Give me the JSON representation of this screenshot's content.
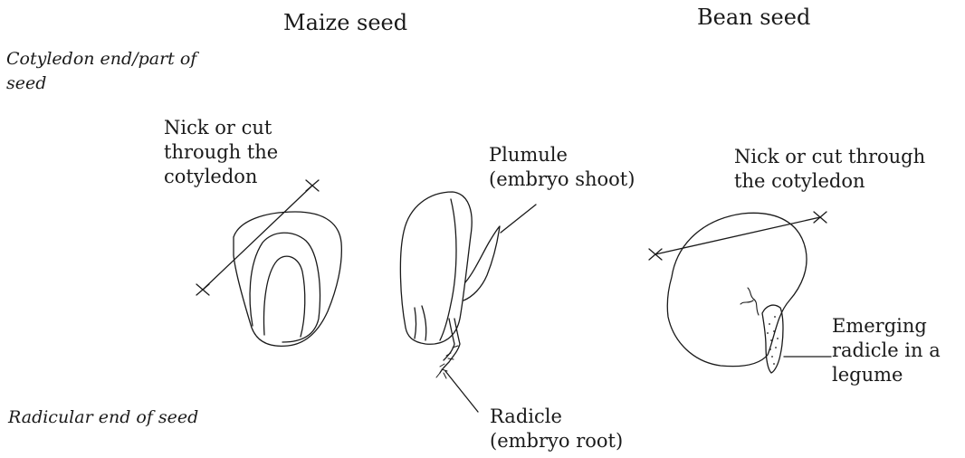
{
  "titles": {
    "maize": "Maize seed",
    "bean": "Bean seed"
  },
  "side_labels": {
    "cotyledon_end_line1": "Cotyledon end/part of",
    "cotyledon_end_line2": "seed",
    "radicular_end": "Radicular end of seed"
  },
  "maize": {
    "nick_line1": "Nick or cut",
    "nick_line2": "through the",
    "nick_line3": "cotyledon",
    "plumule_line1": "Plumule",
    "plumule_line2": "(embryo shoot)",
    "radicle_line1": "Radicle",
    "radicle_line2": "(embryo root)"
  },
  "bean": {
    "nick_line1": "Nick or cut through",
    "nick_line2": "the cotyledon",
    "emerging_line1": "Emerging",
    "emerging_line2": "radicle in a",
    "emerging_line3": "legume"
  },
  "colors": {
    "ink": "#1a1a1a",
    "background": "#ffffff"
  }
}
